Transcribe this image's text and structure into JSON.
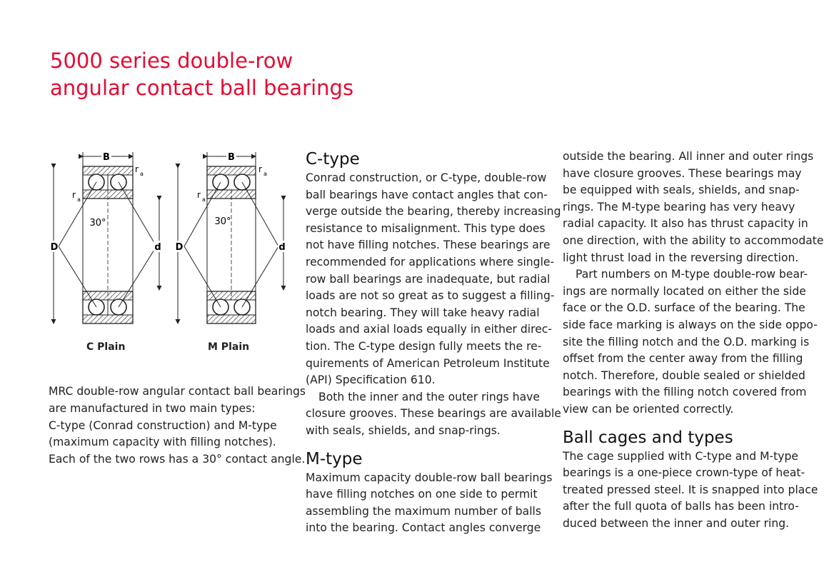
{
  "title": {
    "line1": "5000 series double-row",
    "line2": "angular contact ball bearings"
  },
  "colors": {
    "title": "#e30b33",
    "text": "#222222"
  },
  "figure": {
    "c_plain": {
      "caption": "C Plain",
      "width_label": "B",
      "radius_label": "r",
      "radius_sub": "a",
      "angle": "30°",
      "outer_label": "D",
      "inner_label": "d"
    },
    "m_plain": {
      "caption": "M Plain",
      "width_label": "B",
      "radius_label": "r",
      "radius_sub": "a",
      "angle": "30°",
      "outer_label": "D",
      "inner_label": "d"
    }
  },
  "intro": [
    "MRC double-row angular contact ball bearings",
    "are manufactured in two main types:",
    "C-type (Conrad construction) and M-type",
    "(maximum capacity with filling notches).",
    "Each of the two rows has a 30° contact angle."
  ],
  "c_type": {
    "heading": "C-type",
    "para1": [
      "Conrad construction, or C-type, double-row",
      "ball bearings have contact angles that con-",
      "verge outside the bearing, thereby increasing",
      "resistance to misalignment. This type does",
      "not have filling notches. These bearings are",
      "recommended for applications where single-",
      "row ball bearings are inadequate, but radial",
      "loads are not so great as to suggest a filling-",
      "notch bearing. They will take heavy radial",
      "loads and axial loads equally in either direc-",
      "tion. The C-type design fully meets the re-",
      "quirements of American Petroleum Institute",
      "(API) Specification 610."
    ],
    "para2": [
      "Both the inner and the outer rings have",
      "closure grooves. These bearings are available",
      "with seals, shields, and snap-rings."
    ]
  },
  "m_type": {
    "heading": "M-type",
    "para1": [
      "Maximum capacity double-row ball bearings",
      "have filling notches on one side to permit",
      "assembling the maximum number of balls",
      "into the bearing. Contact angles converge",
      "outside the bearing. All inner and outer rings",
      "have closure grooves. These bearings may",
      "be equipped with seals, shields, and snap-",
      "rings. The M-type bearing has very heavy",
      "radial capacity. It also has thrust capacity in",
      "one direction, with the ability to accommodate",
      "light thrust load in the reversing direction."
    ],
    "para2": [
      "Part numbers on M-type double-row bear-",
      "ings are normally located on either the side",
      "face or the O.D. surface of the bearing. The",
      "side face marking is always on the side oppo-",
      "site the filling notch and the O.D. marking is",
      "offset from the center away from the filling",
      "notch. Therefore, double sealed or shielded",
      "bearings with the filling notch covered from",
      "view can be oriented correctly."
    ]
  },
  "cages": {
    "heading": "Ball cages and types",
    "para1": [
      "The cage supplied with C-type and M-type",
      "bearings is a one-piece crown-type of heat-",
      "treated pressed steel. It is snapped into place",
      "after the full quota of balls has been intro-",
      "duced between the inner and outer ring."
    ]
  }
}
